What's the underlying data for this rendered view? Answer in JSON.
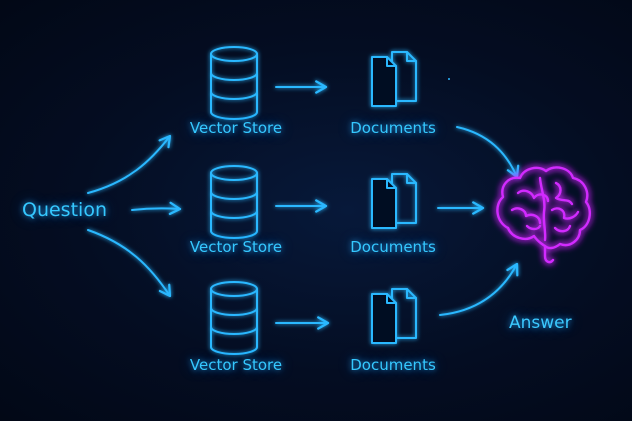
{
  "question_label": "Question",
  "answer_label": "Answer",
  "rows": [
    {
      "store_label": "Vector Store",
      "docs_label": "Documents"
    },
    {
      "store_label": "Vector Store",
      "docs_label": "Documents"
    },
    {
      "store_label": "Vector Store",
      "docs_label": "Documents"
    }
  ],
  "colors": {
    "line": "#2ab8ff",
    "brain": "#d22cff",
    "background": "#040d22"
  },
  "icons": {
    "store": "database-icon",
    "docs": "documents-icon",
    "answer": "brain-icon"
  }
}
